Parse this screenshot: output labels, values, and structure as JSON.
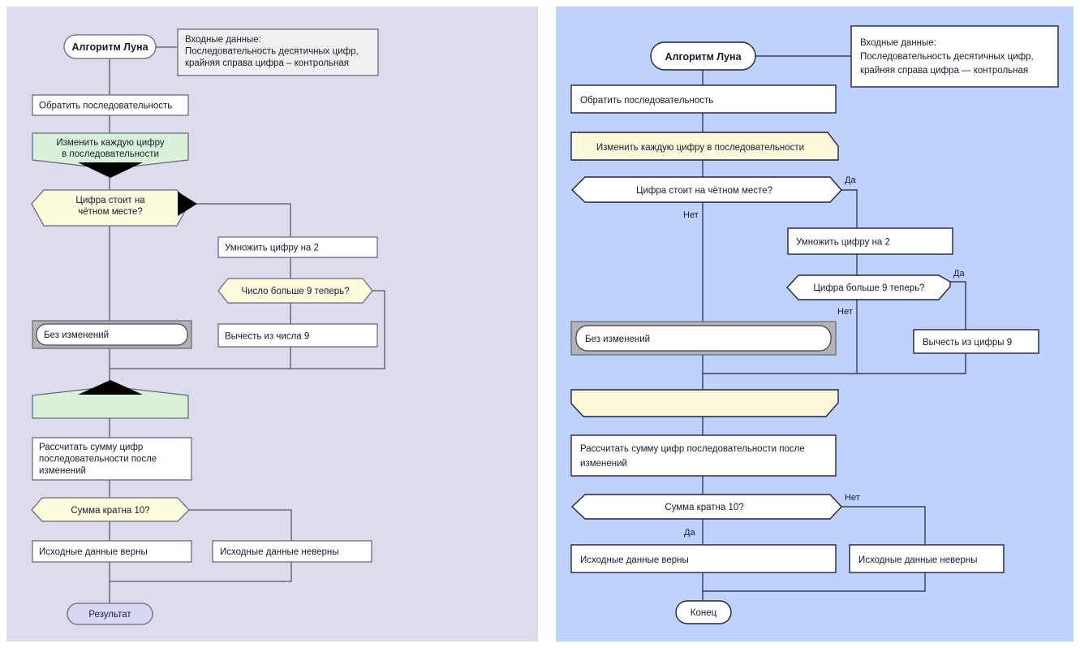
{
  "meta": {
    "domain": "diagram",
    "description": "Two side-by-side flowcharts of the Luhn algorithm in Russian"
  },
  "colors": {
    "left_panel_bg": "#dcdcec",
    "right_panel_bg": "#bed2fc",
    "process_fill": "#ffffff",
    "note_fill_left": "#f0f0f0",
    "note_fill_right": "#ffffff",
    "decision_fill_left": "#fcfbdd",
    "decision_fill_right": "#ffffff",
    "loop_fill_left": "#d7f2d9",
    "loop_fill_right": "#fcf8dc",
    "terminator_fill_left": "#d8d8f4",
    "terminator_fill_right": "#ffffff",
    "selection_frame": "#b3b3b3",
    "stroke_left": "#6a6a80",
    "stroke_right": "#23233c"
  },
  "left": {
    "name": "left-flowchart",
    "nodes": {
      "start": "Алгоритм Луна",
      "note": "Входные данные:\nПоследовательность десятичных цифр,\nкрайняя справа цифра – контрольная",
      "note_lines": [
        "Входные данные:",
        "Последовательность десятичных цифр,",
        "крайняя справа цифра – контрольная"
      ],
      "reverse": "Обратить последовательность",
      "loop_start_lines": [
        "Изменить каждую цифру",
        "в последовательности"
      ],
      "decision_even_lines": [
        "Цифра стоит на",
        "чётном месте?"
      ],
      "multiply": "Умножить цифру на 2",
      "decision_gt9": "Число больше 9 теперь?",
      "subtract": "Вычесть из числа 9",
      "unchanged": "Без изменений",
      "loop_end": "",
      "sum_lines": [
        "Рассчитать сумму цифр",
        "последовательности после",
        "изменений"
      ],
      "decision_mod10": "Сумма кратна 10?",
      "valid": "Исходные данные верны",
      "invalid": "Исходные данные неверны",
      "end": "Результат"
    },
    "edge_labels": []
  },
  "right": {
    "name": "right-flowchart",
    "nodes": {
      "start": "Алгоритм Луна",
      "note": "Входные данные:\nПоследовательность десятичных цифр,\nкрайняя справа цифра — контрольная",
      "note_lines": [
        "Входные данные:",
        "Последовательность десятичных цифр,",
        "крайняя справа цифра — контрольная"
      ],
      "reverse": "Обратить последовательность",
      "loop_start": "Изменить каждую цифру в последовательности",
      "decision_even": "Цифра стоит на чётном месте?",
      "multiply": "Умножить цифру на 2",
      "decision_gt9": "Цифра больше 9 теперь?",
      "subtract": "Вычесть из цифры 9",
      "unchanged": "Без изменений",
      "loop_end": "",
      "sum_lines": [
        "Рассчитать сумму цифр последовательности после",
        "изменений"
      ],
      "decision_mod10": "Сумма кратна 10?",
      "valid": "Исходные данные верны",
      "invalid": "Исходные данные неверны",
      "end": "Конец"
    },
    "edge_labels": {
      "even_yes": "Да",
      "even_no": "Нет",
      "gt9_yes": "Да",
      "gt9_no": "Нет",
      "mod10_no": "Нет",
      "mod10_yes": "Да"
    }
  }
}
